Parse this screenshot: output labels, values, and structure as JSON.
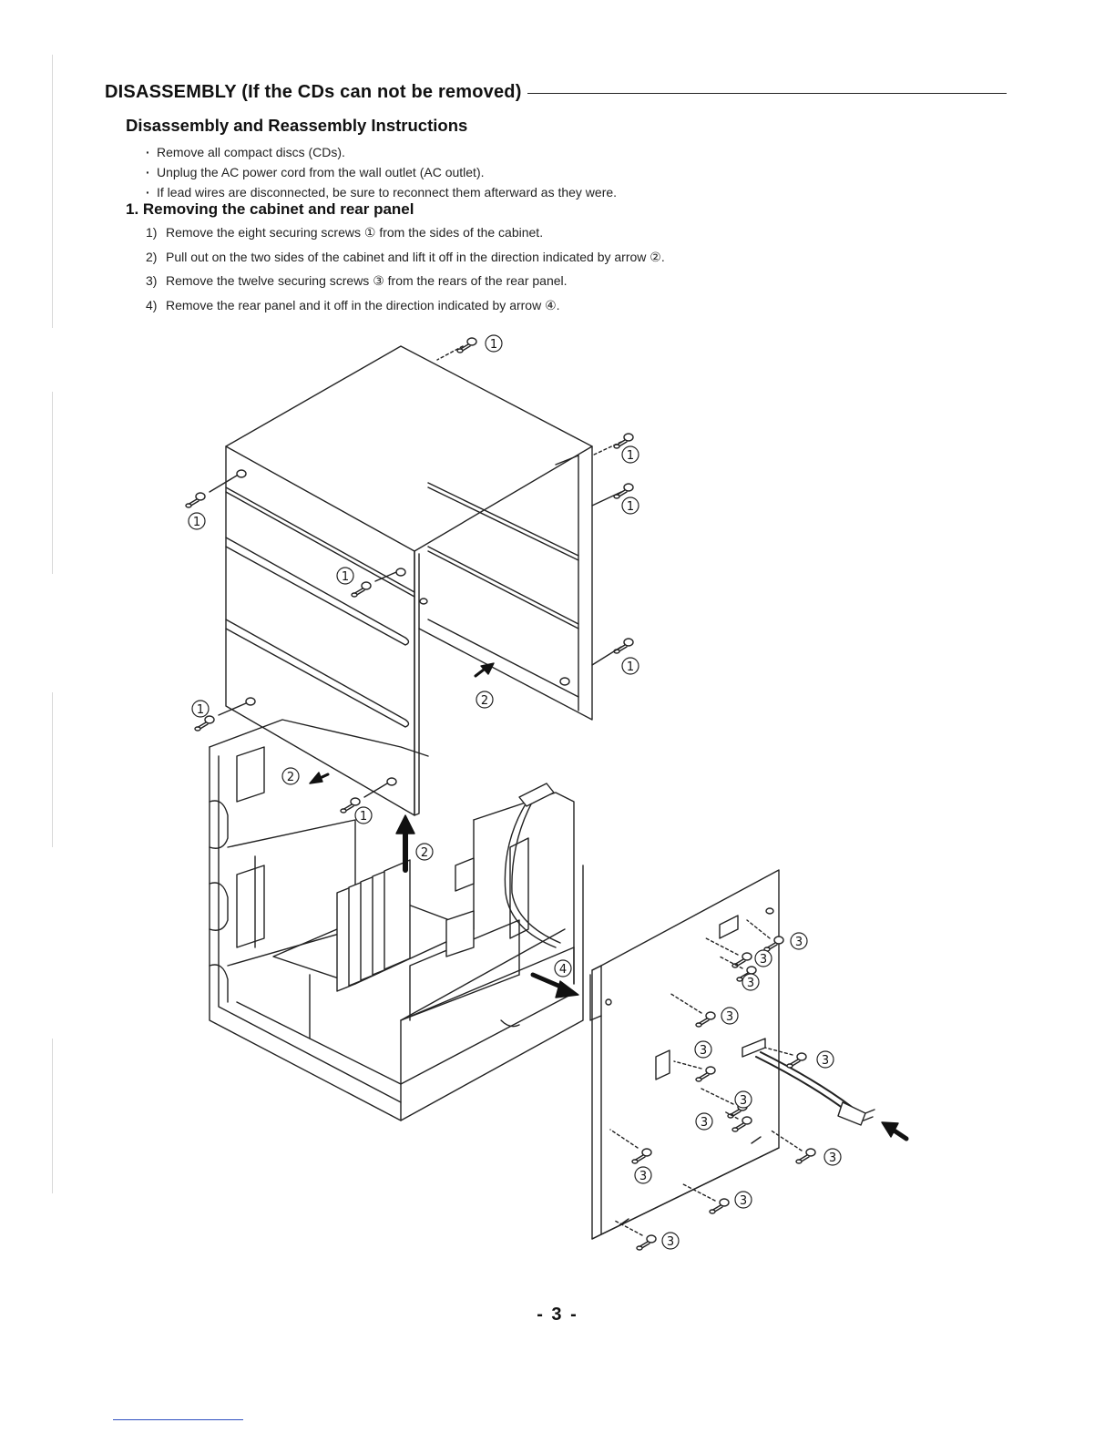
{
  "section": {
    "title": "DISASSEMBLY (If the CDs can not be removed)"
  },
  "subtitle": "Disassembly and Reassembly Instructions",
  "notes": [
    "Remove all compact discs (CDs).",
    "Unplug the AC power cord from the wall outlet (AC outlet).",
    "If lead wires are disconnected, be sure to reconnect them afterward as they were."
  ],
  "step1": {
    "title": "1. Removing the cabinet and rear panel",
    "items": [
      {
        "num": "1)",
        "text": "Remove the eight securing screws ① from the sides of the cabinet."
      },
      {
        "num": "2)",
        "text": "Pull out on the two sides of the cabinet and lift it off in the direction indicated by arrow ②."
      },
      {
        "num": "3)",
        "text": "Remove the twelve securing screws ③ from the rears of the rear panel."
      },
      {
        "num": "4)",
        "text": "Remove the rear panel and it off in the direction indicated by arrow ④."
      }
    ]
  },
  "diagram": {
    "labels": {
      "screw_cabinet": "1",
      "arrow_cabinet": "2",
      "screw_rear": "3",
      "arrow_rear": "4"
    }
  },
  "page_number": "- 3 -",
  "colors": {
    "line": "#222222",
    "rule_blue": "#3050c0"
  }
}
